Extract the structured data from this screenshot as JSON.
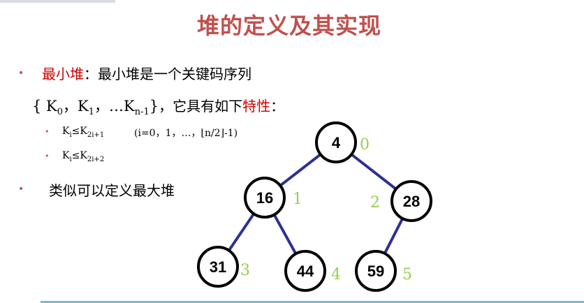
{
  "title": "堆的定义及其实现",
  "bullets": {
    "b1_term": "最小堆",
    "b1_rest": "：最小堆是一个关键码序列",
    "seq_formula": "{ K0，K1，…Kn-1}",
    "seq_text": "，它具有如下",
    "seq_highlight": "特性",
    "seq_end": "：",
    "b3_text": "类似可以定义最大堆"
  },
  "sub_items": {
    "cond1": "Ki≤K2i+1",
    "range": "(i=0，1，…，⌊n/2⌋-1)",
    "cond2": "Ki≤K2i+2"
  },
  "tree": {
    "nodes": [
      {
        "value": "4",
        "index": "0"
      },
      {
        "value": "16",
        "index": "1"
      },
      {
        "value": "28",
        "index": "2"
      },
      {
        "value": "31",
        "index": "3"
      },
      {
        "value": "44",
        "index": "4"
      },
      {
        "value": "59",
        "index": "5"
      }
    ],
    "edges": [
      [
        0,
        1
      ],
      [
        0,
        2
      ],
      [
        1,
        3
      ],
      [
        1,
        4
      ],
      [
        2,
        5
      ]
    ],
    "colors": {
      "edge": "#2e3192",
      "index_label": "#92d050",
      "node_stroke": "#000000"
    }
  }
}
